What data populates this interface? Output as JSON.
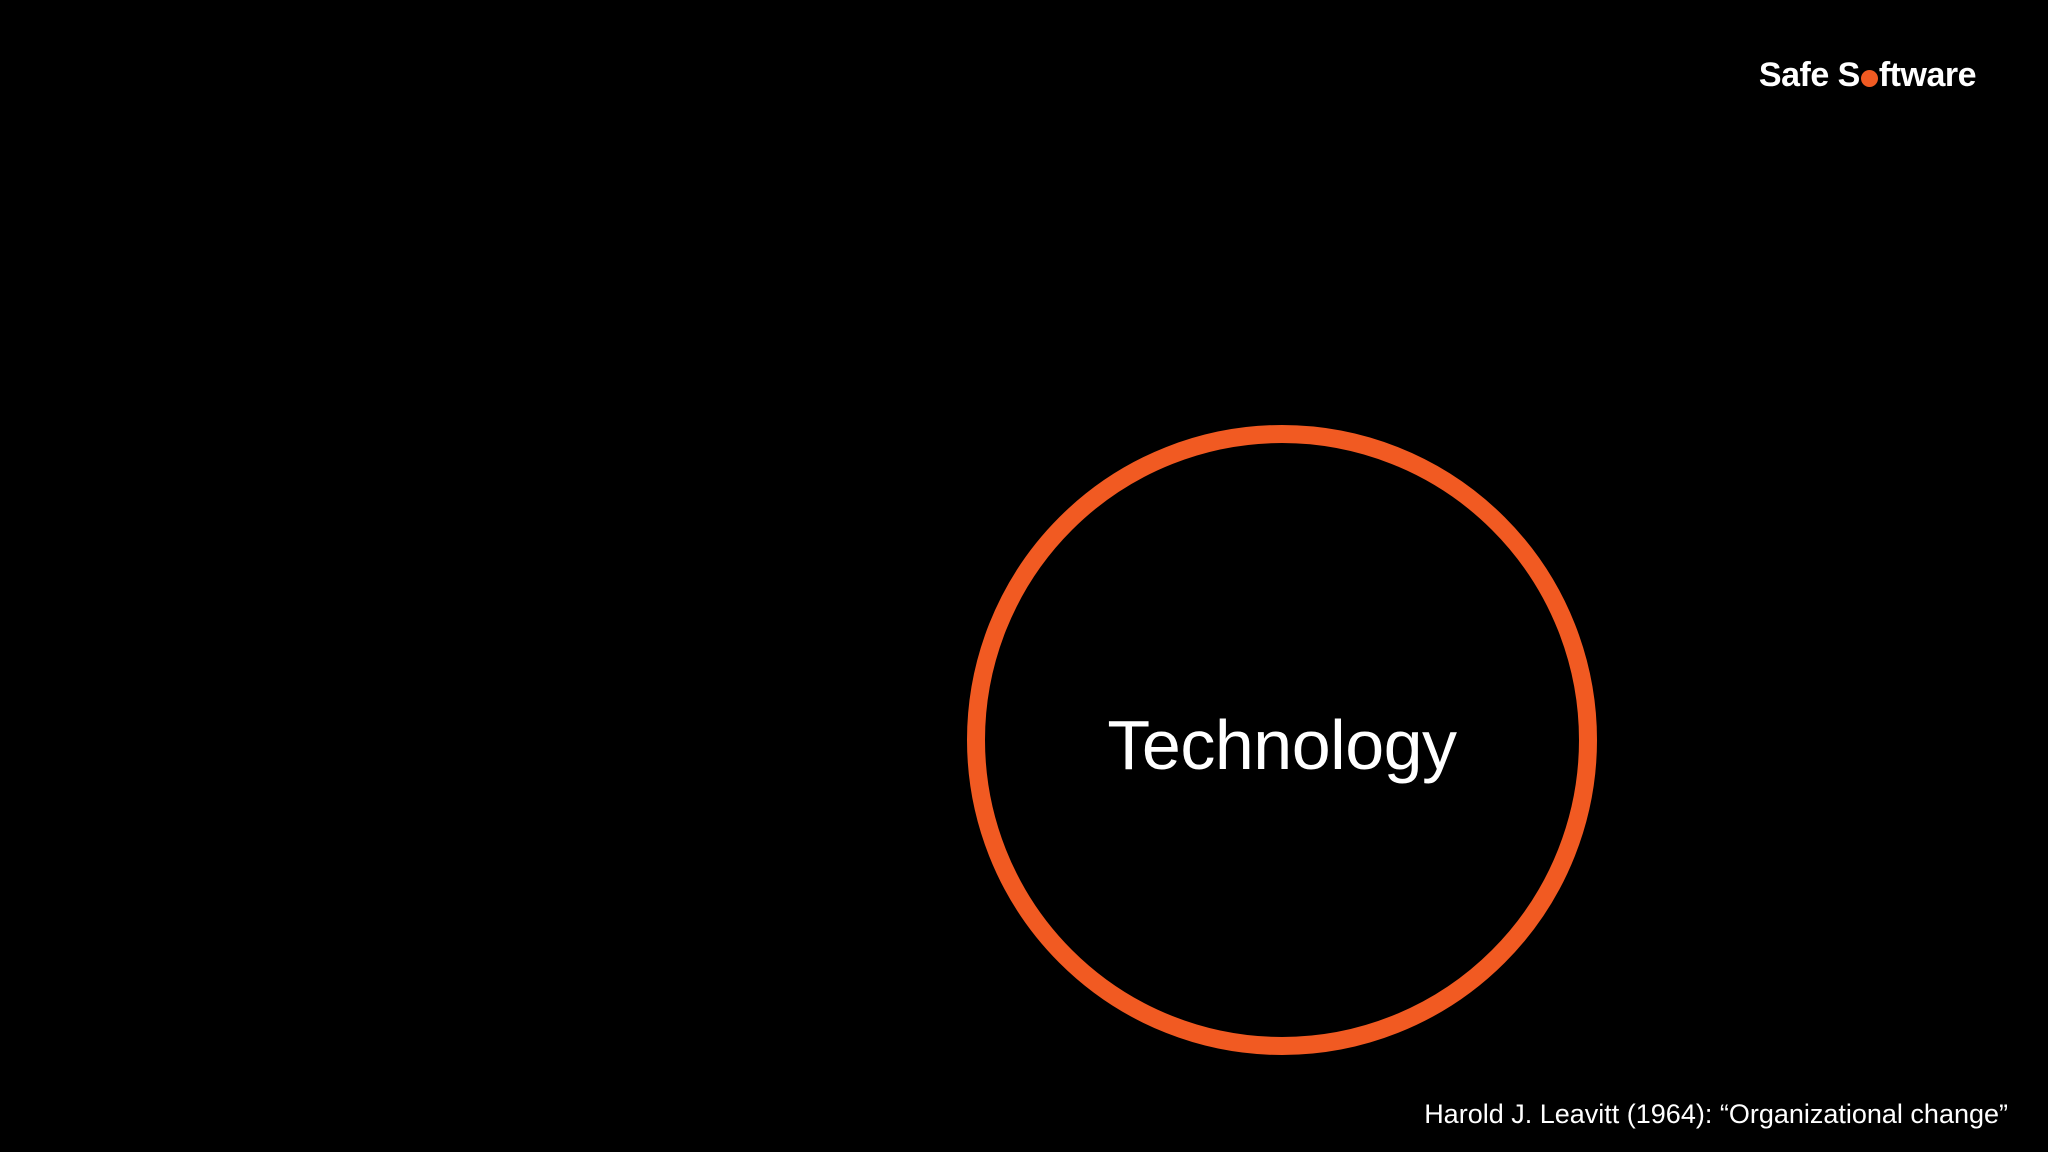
{
  "logo": {
    "before_dot": "Safe S",
    "after_dot": "ftware",
    "dot_color": "#f15a22"
  },
  "diagram": {
    "circle_label": "Technology",
    "circle_color": "#f15a22"
  },
  "citation": "Harold J. Leavitt (1964): “Organizational change”",
  "colors": {
    "background": "#000000",
    "text": "#ffffff",
    "accent": "#f15a22"
  }
}
